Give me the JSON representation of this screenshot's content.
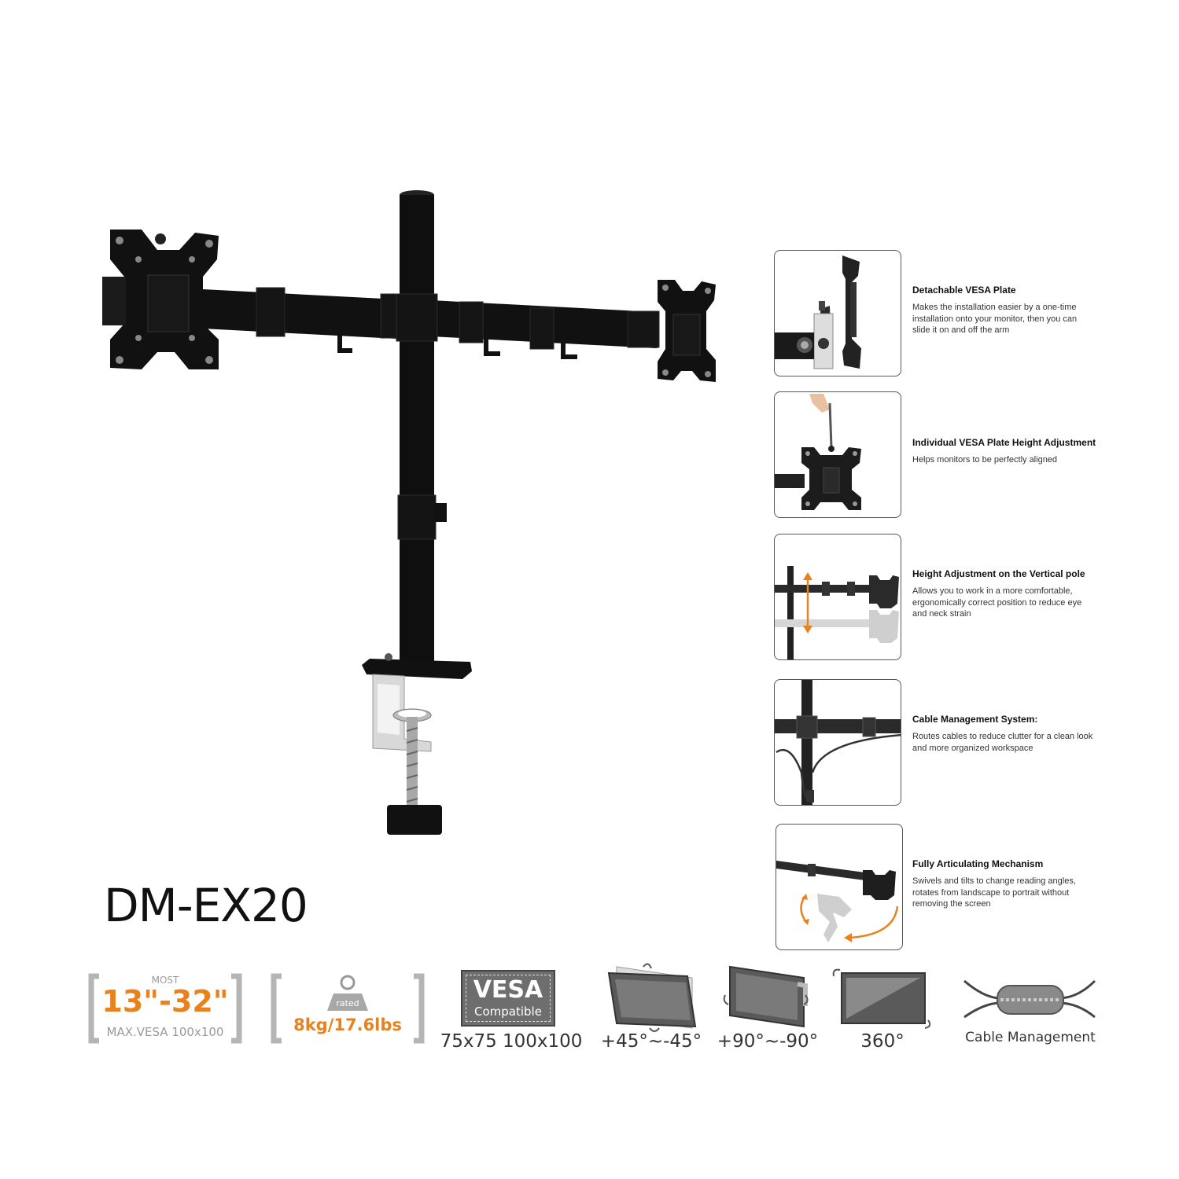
{
  "model": "DM-EX20",
  "features": [
    {
      "icon": "vesa-plate-icon",
      "title": "Detachable VESA Plate",
      "desc": "Makes the installation easier by a one-time installation onto your monitor, then you can slide it on and off the arm"
    },
    {
      "icon": "height-adjust-plate-icon",
      "title": "Individual VESA Plate Height Adjustment",
      "desc": "Helps monitors to be perfectly aligned"
    },
    {
      "icon": "vertical-pole-icon",
      "title": "Height Adjustment on the Vertical pole",
      "desc": "Allows you to work in a more comfortable, ergonomically correct position to reduce eye and neck strain"
    },
    {
      "icon": "cable-management-icon",
      "title": "Cable Management System:",
      "desc": "Routes cables to reduce clutter for a clean look and more organized workspace"
    },
    {
      "icon": "articulating-arm-icon",
      "title": "Fully Articulating Mechanism",
      "desc": "Swivels and tilts to change reading angles, rotates from landscape to portrait without removing the screen"
    }
  ],
  "specs": {
    "size": {
      "top": "MOST",
      "main": "13\"-32\"",
      "bottom": "MAX.VESA 100x100"
    },
    "load": {
      "top": "rated",
      "main": "8kg/17.6lbs"
    },
    "vesa": {
      "main": "VESA",
      "sub": "Compatible",
      "label": "75x75 100x100"
    },
    "tilt": {
      "label": "+45°~-45°"
    },
    "swivel": {
      "label": "+90°~-90°"
    },
    "rotate": {
      "label": "360°"
    },
    "cable": {
      "label": "Cable Management"
    }
  },
  "colors": {
    "accent": "#e8821e",
    "bracket": "#b5b5b5",
    "mount": "#111111"
  }
}
